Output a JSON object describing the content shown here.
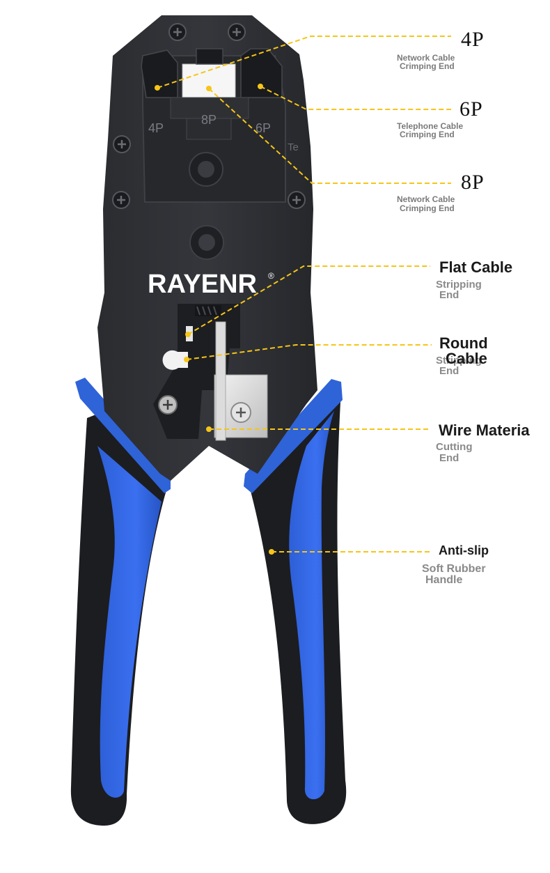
{
  "product": {
    "brand": "RAYENR",
    "registered_mark": "®",
    "slot_labels": [
      "4P",
      "8P",
      "6P"
    ],
    "partial_text": "Te"
  },
  "callouts": [
    {
      "id": "4p",
      "title": "4P",
      "subtitle": [
        "Network Cable",
        "Crimping End"
      ]
    },
    {
      "id": "6p",
      "title": "6P",
      "subtitle": [
        "Telephone Cable",
        "Crimping End"
      ]
    },
    {
      "id": "8p",
      "title": "8P",
      "subtitle": [
        "Network Cable",
        "Crimping End"
      ]
    },
    {
      "id": "flat-cable",
      "title": "Flat Cable",
      "subtitle": [
        "Stripping",
        "End"
      ]
    },
    {
      "id": "round-cable",
      "title": [
        "Round",
        "Cable"
      ],
      "subtitle": [
        "Stripping",
        "End"
      ]
    },
    {
      "id": "wire-material",
      "title": "Wire Materia",
      "subtitle": [
        "Cutting",
        "End"
      ]
    },
    {
      "id": "anti-slip",
      "title": "Anti-slip",
      "subtitle": [
        "Soft Rubber",
        "Handle"
      ]
    }
  ],
  "colors": {
    "tool_body": "#2b2d31",
    "handle_black": "#1c1d20",
    "handle_blue": "#2f63d8",
    "leader_line": "#f5c518",
    "blade_silver": "#d8d8d8"
  }
}
